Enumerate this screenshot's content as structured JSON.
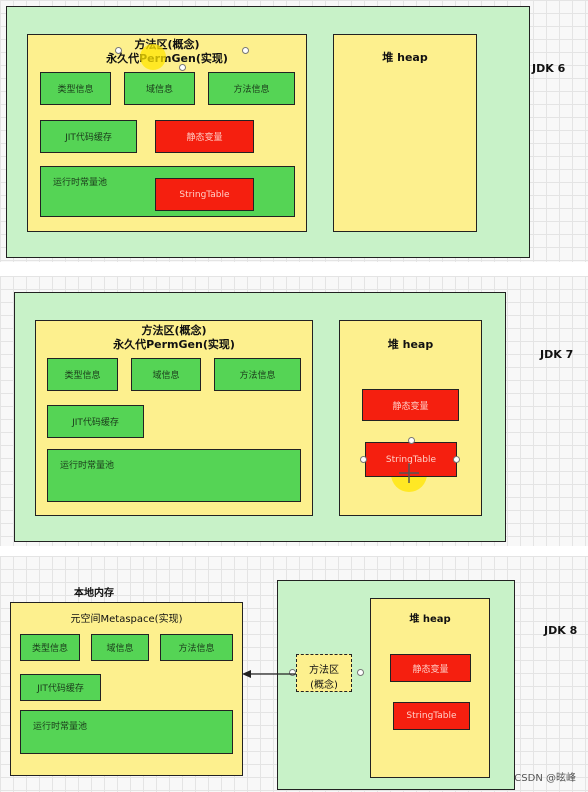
{
  "jdk6": {
    "version": "JDK 6",
    "method_area_title": "方法区(概念)",
    "method_area_subtitle": "永久代PermGen(实现)",
    "class_info": "类型信息",
    "field_info": "域信息",
    "method_info": "方法信息",
    "jit_cache": "JIT代码缓存",
    "static_vars": "静态变量",
    "runtime_pool": "运行时常量池",
    "string_table": "StringTable",
    "heap_title": "堆 heap"
  },
  "jdk7": {
    "version": "JDK 7",
    "method_area_title": "方法区(概念)",
    "method_area_subtitle": "永久代PermGen(实现)",
    "class_info": "类型信息",
    "field_info": "域信息",
    "method_info": "方法信息",
    "jit_cache": "JIT代码缓存",
    "runtime_pool": "运行时常量池",
    "heap_title": "堆 heap",
    "static_vars": "静态变量",
    "string_table": "StringTable"
  },
  "jdk8": {
    "version": "JDK 8",
    "native_memory": "本地内存",
    "metaspace_title": "元空间Metaspace(实现)",
    "class_info": "类型信息",
    "field_info": "域信息",
    "method_info": "方法信息",
    "jit_cache": "JIT代码缓存",
    "runtime_pool": "运行时常量池",
    "method_area_concept_1": "方法区",
    "method_area_concept_2": "(概念)",
    "heap_title": "堆 heap",
    "static_vars": "静态变量",
    "string_table": "StringTable"
  },
  "watermark": "CSDN @昡峰",
  "colors": {
    "outer": "#c8f2c8",
    "yellow": "#fdf08e",
    "green": "#55d455",
    "red": "#f51f0f"
  }
}
